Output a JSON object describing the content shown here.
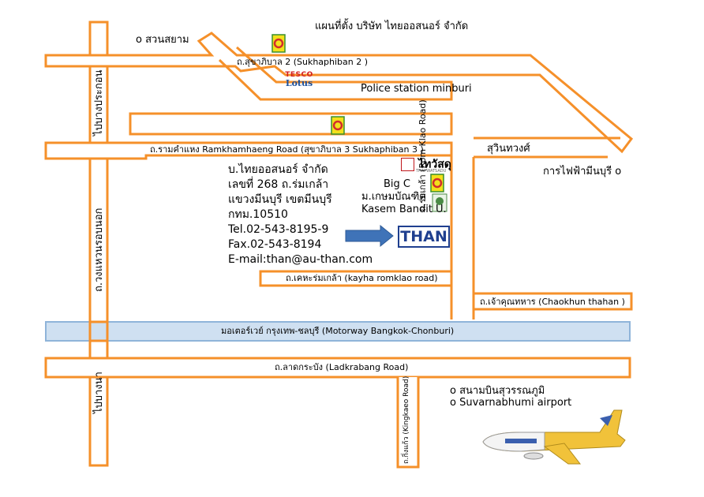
{
  "title": "แผนที่ตั้ง บริษัท ไทยออสนอร์ จำกัด",
  "places": {
    "suan_siam": "o สวนสยาม",
    "police": "Police station minburi",
    "big_c": "Big C",
    "kasem_th": "ม.เกษมบัณฑิต",
    "kasem_en": "Kasem Bandit U.",
    "suwinthawong": "สุวินทวงศ์",
    "power_minburi": "การไฟฟ้ามีนบุรี o",
    "airport_th": "o  สนามบินสุวรรณภูมิ",
    "airport_en": "o  Suvarnabhumi airport"
  },
  "roads": {
    "sukhaphiban2": "ถ.สุขาภิบาล 2 (Sukhaphiban 2 )",
    "ramkhamhaeng": "ถ.รามคำแหง Ramkhamhaeng Road (สุขาภิบาล 3 Sukhaphiban 3 )",
    "romklao": "ถ.ร่มเกล้า (Rom Klao Road)",
    "kayha": "ถ.เคหะร่มเกล้า (kayha romklao road)",
    "chaokhun": "ถ.เจ้าคุณทหาร (Chaokhun thahan )",
    "motorway": "มอเตอร์เวย์ กรุงเทพ-ชลบุรี (Motorway Bangkok-Chonburi)",
    "ladkrabang": "ถ.ลาดกระบัง (Ladkrabang Road)",
    "kingkaeo": "ถ.กิ่งแก้ว (Kingkaeo Road)",
    "to_bang_prakon": "ไปบางประกอน",
    "outer_ring": "ถ.วงแหวนรอบนอก",
    "to_bangna": "ไปบางนา"
  },
  "company": {
    "name": "บ.ไทยออสนอร์ จำกัด",
    "address1": "เลขที่ 268  ถ.ร่มเกล้า",
    "address2": "แขวงมีนบุรี เขตมีนบุรี",
    "address3": " กทม.10510",
    "tel": "Tel.02-543-8195-9",
    "fax": "Fax.02-543-8194",
    "email": "E-mail:than@au-than.com"
  },
  "marker": "THAN",
  "logos": {
    "tesco_top": "TESCO",
    "tesco_bottom": "Lotus",
    "thaiwatsadu": "ไทวัสดุ",
    "thaiwatsadu_sub": "THAI WATSADU"
  },
  "colors": {
    "road": "#f5902a",
    "motorway_fill": "#cfe0f1",
    "motorway_edge": "#8fb4d9",
    "arrow": "#3f73b8",
    "than": "#1f3f8f"
  }
}
